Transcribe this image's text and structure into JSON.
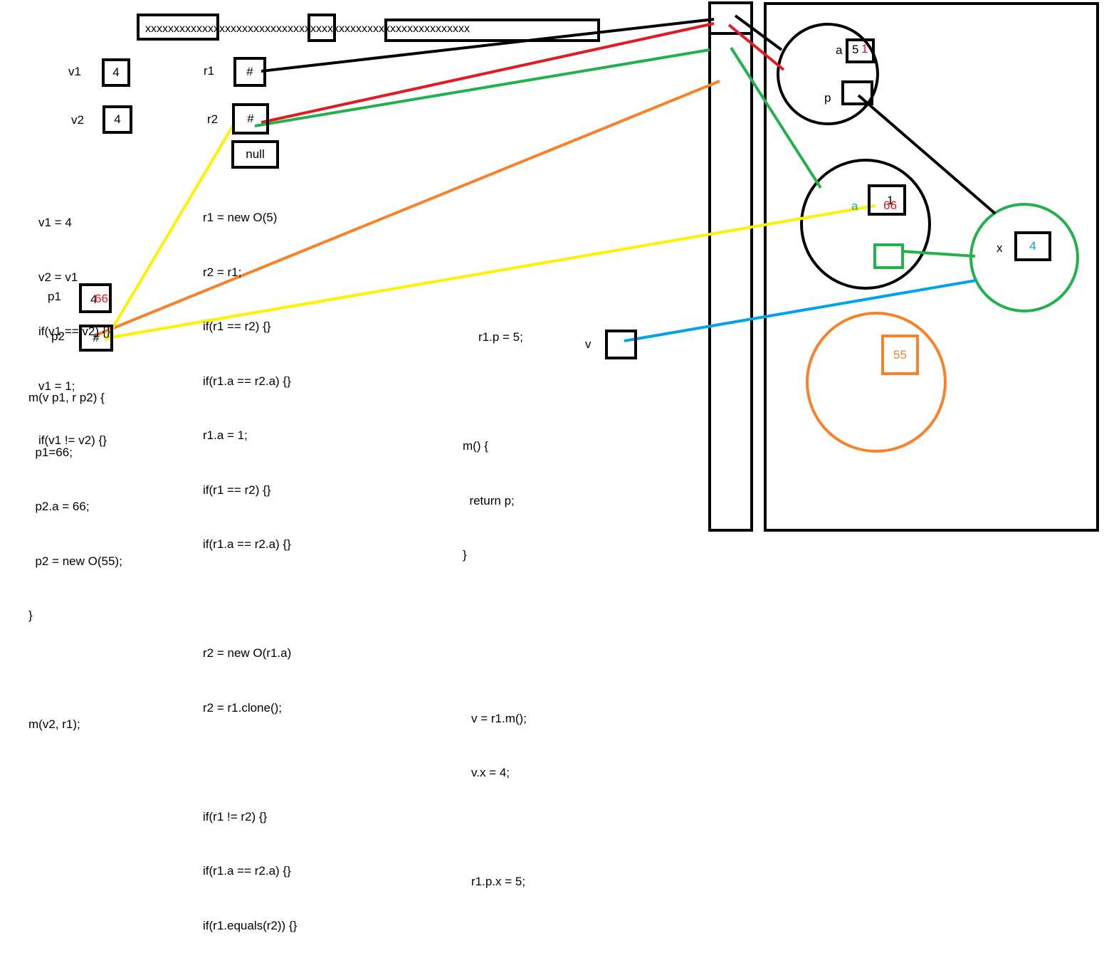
{
  "top_bar": {
    "text": "xxxxxxxxxxxxxxxxxxxxxxxxxxxxxxxxxxxxxxxxxxxxxxxxxxxxxxxxx"
  },
  "stack": {
    "v1": {
      "label": "v1",
      "value": "4"
    },
    "v2": {
      "label": "v2",
      "value": "4"
    },
    "r1": {
      "label": "r1",
      "value": "#"
    },
    "r2": {
      "label": "r2",
      "value": "#",
      "below": "null"
    },
    "p1": {
      "label": "p1",
      "old": "4",
      "new": "66"
    },
    "p2": {
      "label": "p2",
      "value": "#"
    },
    "v": {
      "label": "v"
    }
  },
  "code": {
    "primitives": [
      "v1 = 4",
      "v2 = v1",
      "if(v1 == v2) {}",
      "v1 = 1;",
      "if(v1 != v2) {}"
    ],
    "method": [
      "m(v p1, r p2) {",
      "  p1=66;",
      "  p2.a = 66;",
      "  p2 = new O(55);",
      "}",
      "",
      "m(v2, r1);"
    ],
    "references": [
      "r1 = new O(5)",
      "r2 = r1;",
      "if(r1 == r2) {}",
      "if(r1.a == r2.a) {}",
      "r1.a = 1;",
      "if(r1 == r2) {}",
      "if(r1.a == r2.a) {}",
      "",
      "r2 = new O(r1.a)",
      "r2 = r1.clone();",
      "",
      "if(r1 != r2) {}",
      "if(r1.a == r2.a) {}",
      "if(r1.equals(r2)) {}"
    ],
    "middle": [
      "r1.p = 5;",
      "",
      "m() {",
      "  return p;",
      "}",
      "",
      "",
      "v = r1.m();",
      "v.x = 4;",
      "",
      "r1.p.x = 5;"
    ]
  },
  "heap": {
    "obj1": {
      "a_label": "a",
      "a_old": "5",
      "a_new": "1",
      "p_label": "p"
    },
    "obj2": {
      "a_label": "a",
      "a_old": "1",
      "a_new": "66"
    },
    "obj3": {
      "x_label": "x",
      "x_value": "4"
    },
    "obj4": {
      "value": "55"
    }
  },
  "colors": {
    "black": "#000000",
    "red": "#e21b23",
    "green": "#22b14c",
    "yellow": "#fff200",
    "orange": "#f7822a",
    "blue": "#00a2e8"
  }
}
